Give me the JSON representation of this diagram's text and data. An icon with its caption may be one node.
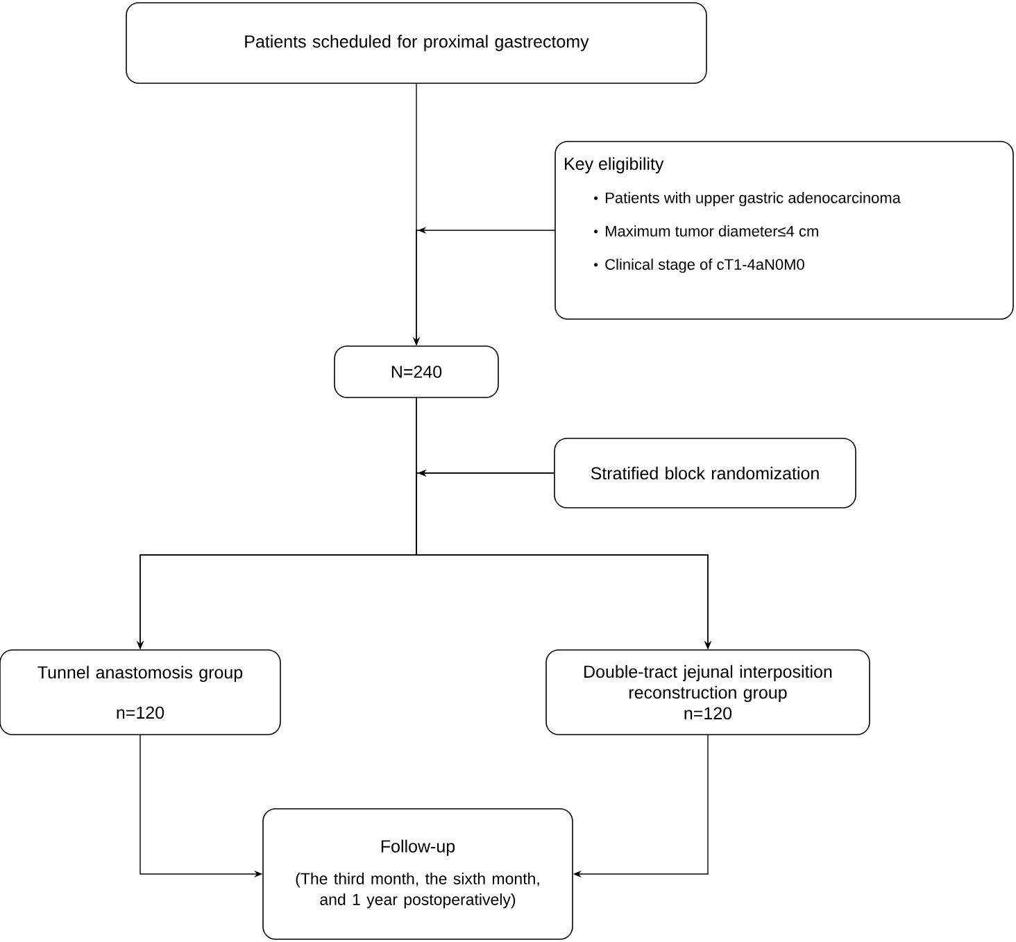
{
  "diagram": {
    "nodes": [
      {
        "text": [
          "Patients scheduled for proximal gastrectomy"
        ]
      },
      {
        "text": [
          "Key eligibility",
          "Patients with upper gastric adenocarcinoma",
          "Maximum tumor diameter≤4 cm",
          "Clinical stage of cT1-4aN0M0"
        ]
      },
      {
        "text": [
          "N=240"
        ]
      },
      {
        "text": [
          "Stratified block randomization"
        ]
      },
      {
        "text": [
          "Tunnel anastomosis group",
          "n=120"
        ]
      },
      {
        "text": [
          "Double-tract jejunal interposition reconstruction group",
          "n=120"
        ]
      },
      {
        "text": [
          "Follow-up",
          "(The third month, the sixth month, and 1 year postoperatively)"
        ]
      }
    ],
    "edges": [
      {
        "from": 0,
        "to": 2,
        "arrow": "to"
      },
      {
        "from": 1,
        "to": 2,
        "arrow": "to"
      },
      {
        "from": 3,
        "to": 4,
        "arrow": "to"
      },
      {
        "from": 3,
        "to": 5,
        "arrow": "to"
      },
      {
        "from": 2,
        "to": 4,
        "arrow": "to"
      },
      {
        "from": 2,
        "to": 5,
        "arrow": "to"
      },
      {
        "from": 4,
        "to": 6,
        "arrow": "to"
      },
      {
        "from": 5,
        "to": 6,
        "arrow": "to"
      }
    ]
  }
}
